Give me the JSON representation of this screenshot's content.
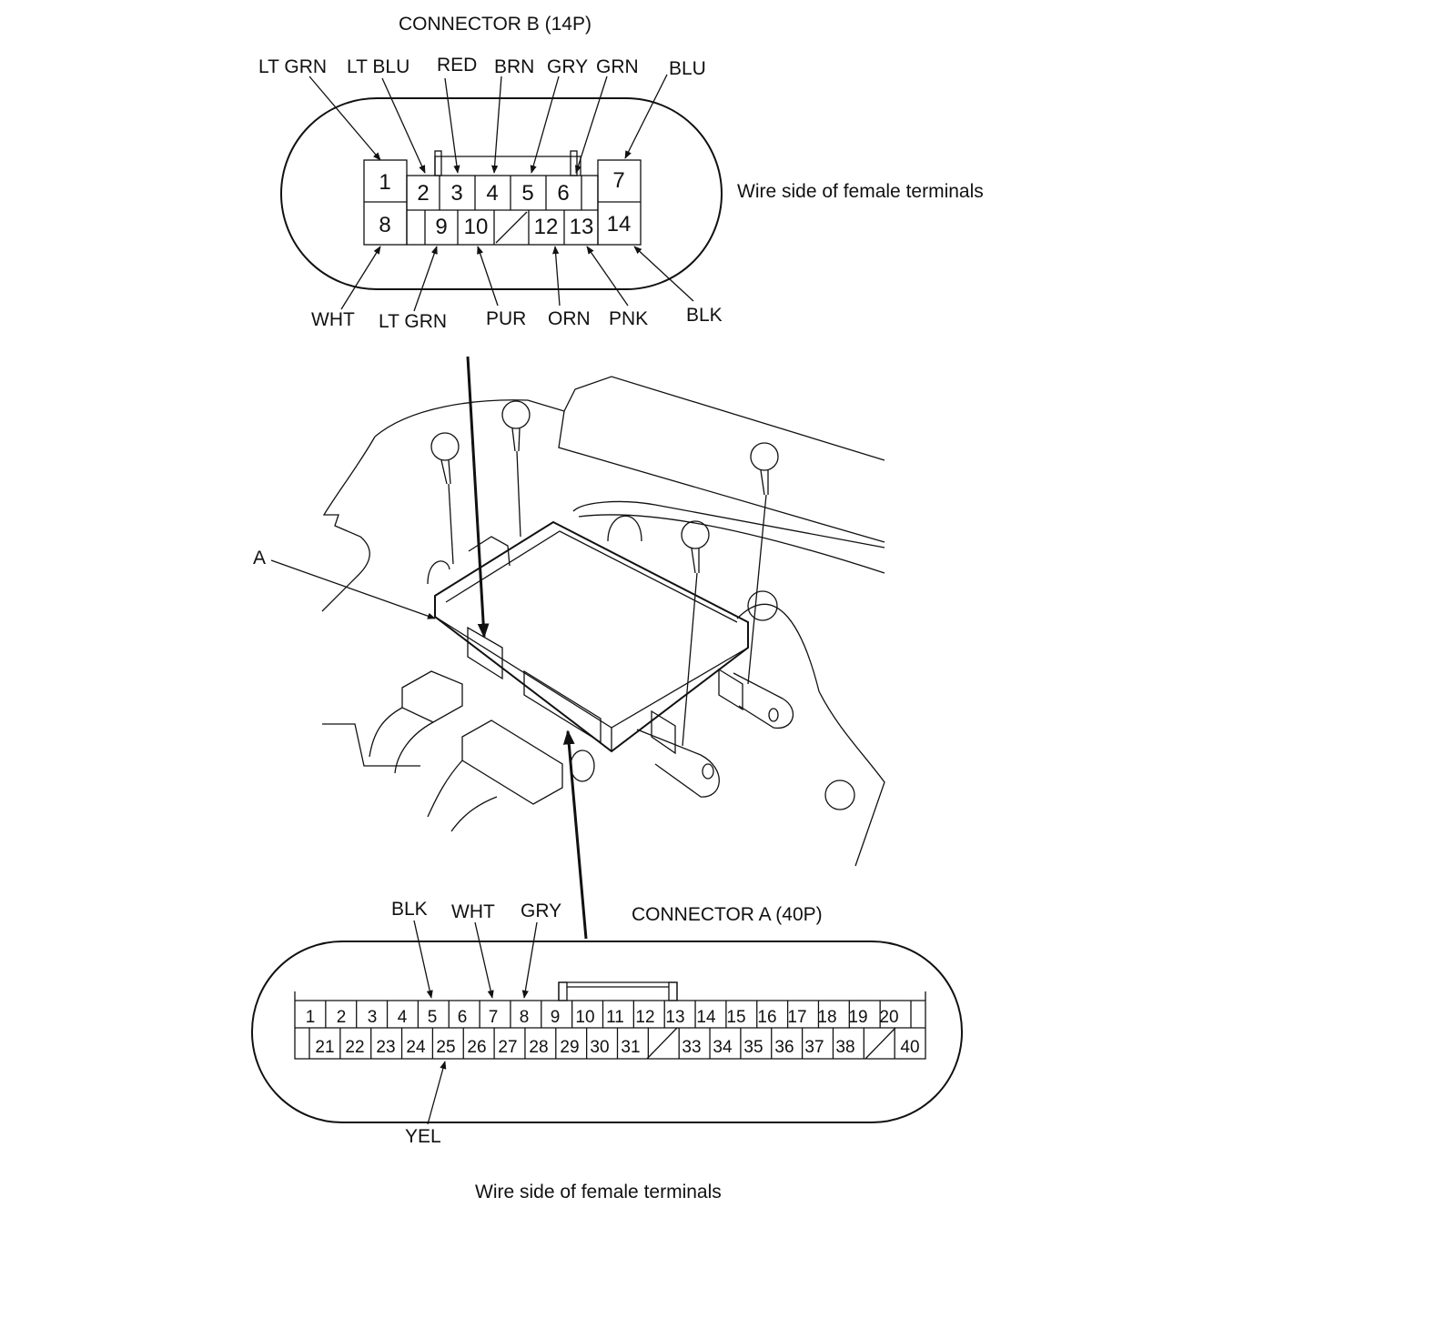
{
  "connector_b": {
    "title": "CONNECTOR B (14P)",
    "caption": "Wire side of female terminals",
    "top_row": [
      "1",
      "2",
      "3",
      "4",
      "5",
      "6",
      "7"
    ],
    "bottom_row": [
      "8",
      "9",
      "10",
      "12",
      "13",
      "14"
    ],
    "wire_colors_top": [
      "LT GRN",
      "LT BLU",
      "RED",
      "BRN",
      "GRY",
      "GRN",
      "BLU"
    ],
    "wire_colors_bottom": [
      "WHT",
      "LT GRN",
      "PUR",
      "ORN",
      "PNK",
      "BLK"
    ]
  },
  "connector_a": {
    "title": "CONNECTOR A (40P)",
    "caption": "Wire side of female terminals",
    "top_row": [
      "1",
      "2",
      "3",
      "4",
      "5",
      "6",
      "7",
      "8",
      "9",
      "10",
      "11",
      "12",
      "13",
      "14",
      "15",
      "16",
      "17",
      "18",
      "19",
      "20"
    ],
    "bottom_row": [
      "21",
      "22",
      "23",
      "24",
      "25",
      "26",
      "27",
      "28",
      "29",
      "30",
      "31",
      "33",
      "34",
      "35",
      "36",
      "37",
      "38",
      "40"
    ],
    "wire_colors_top": [
      "BLK",
      "WHT",
      "GRY"
    ],
    "wire_colors_bottom": [
      "YEL"
    ]
  },
  "unit_label": "A"
}
